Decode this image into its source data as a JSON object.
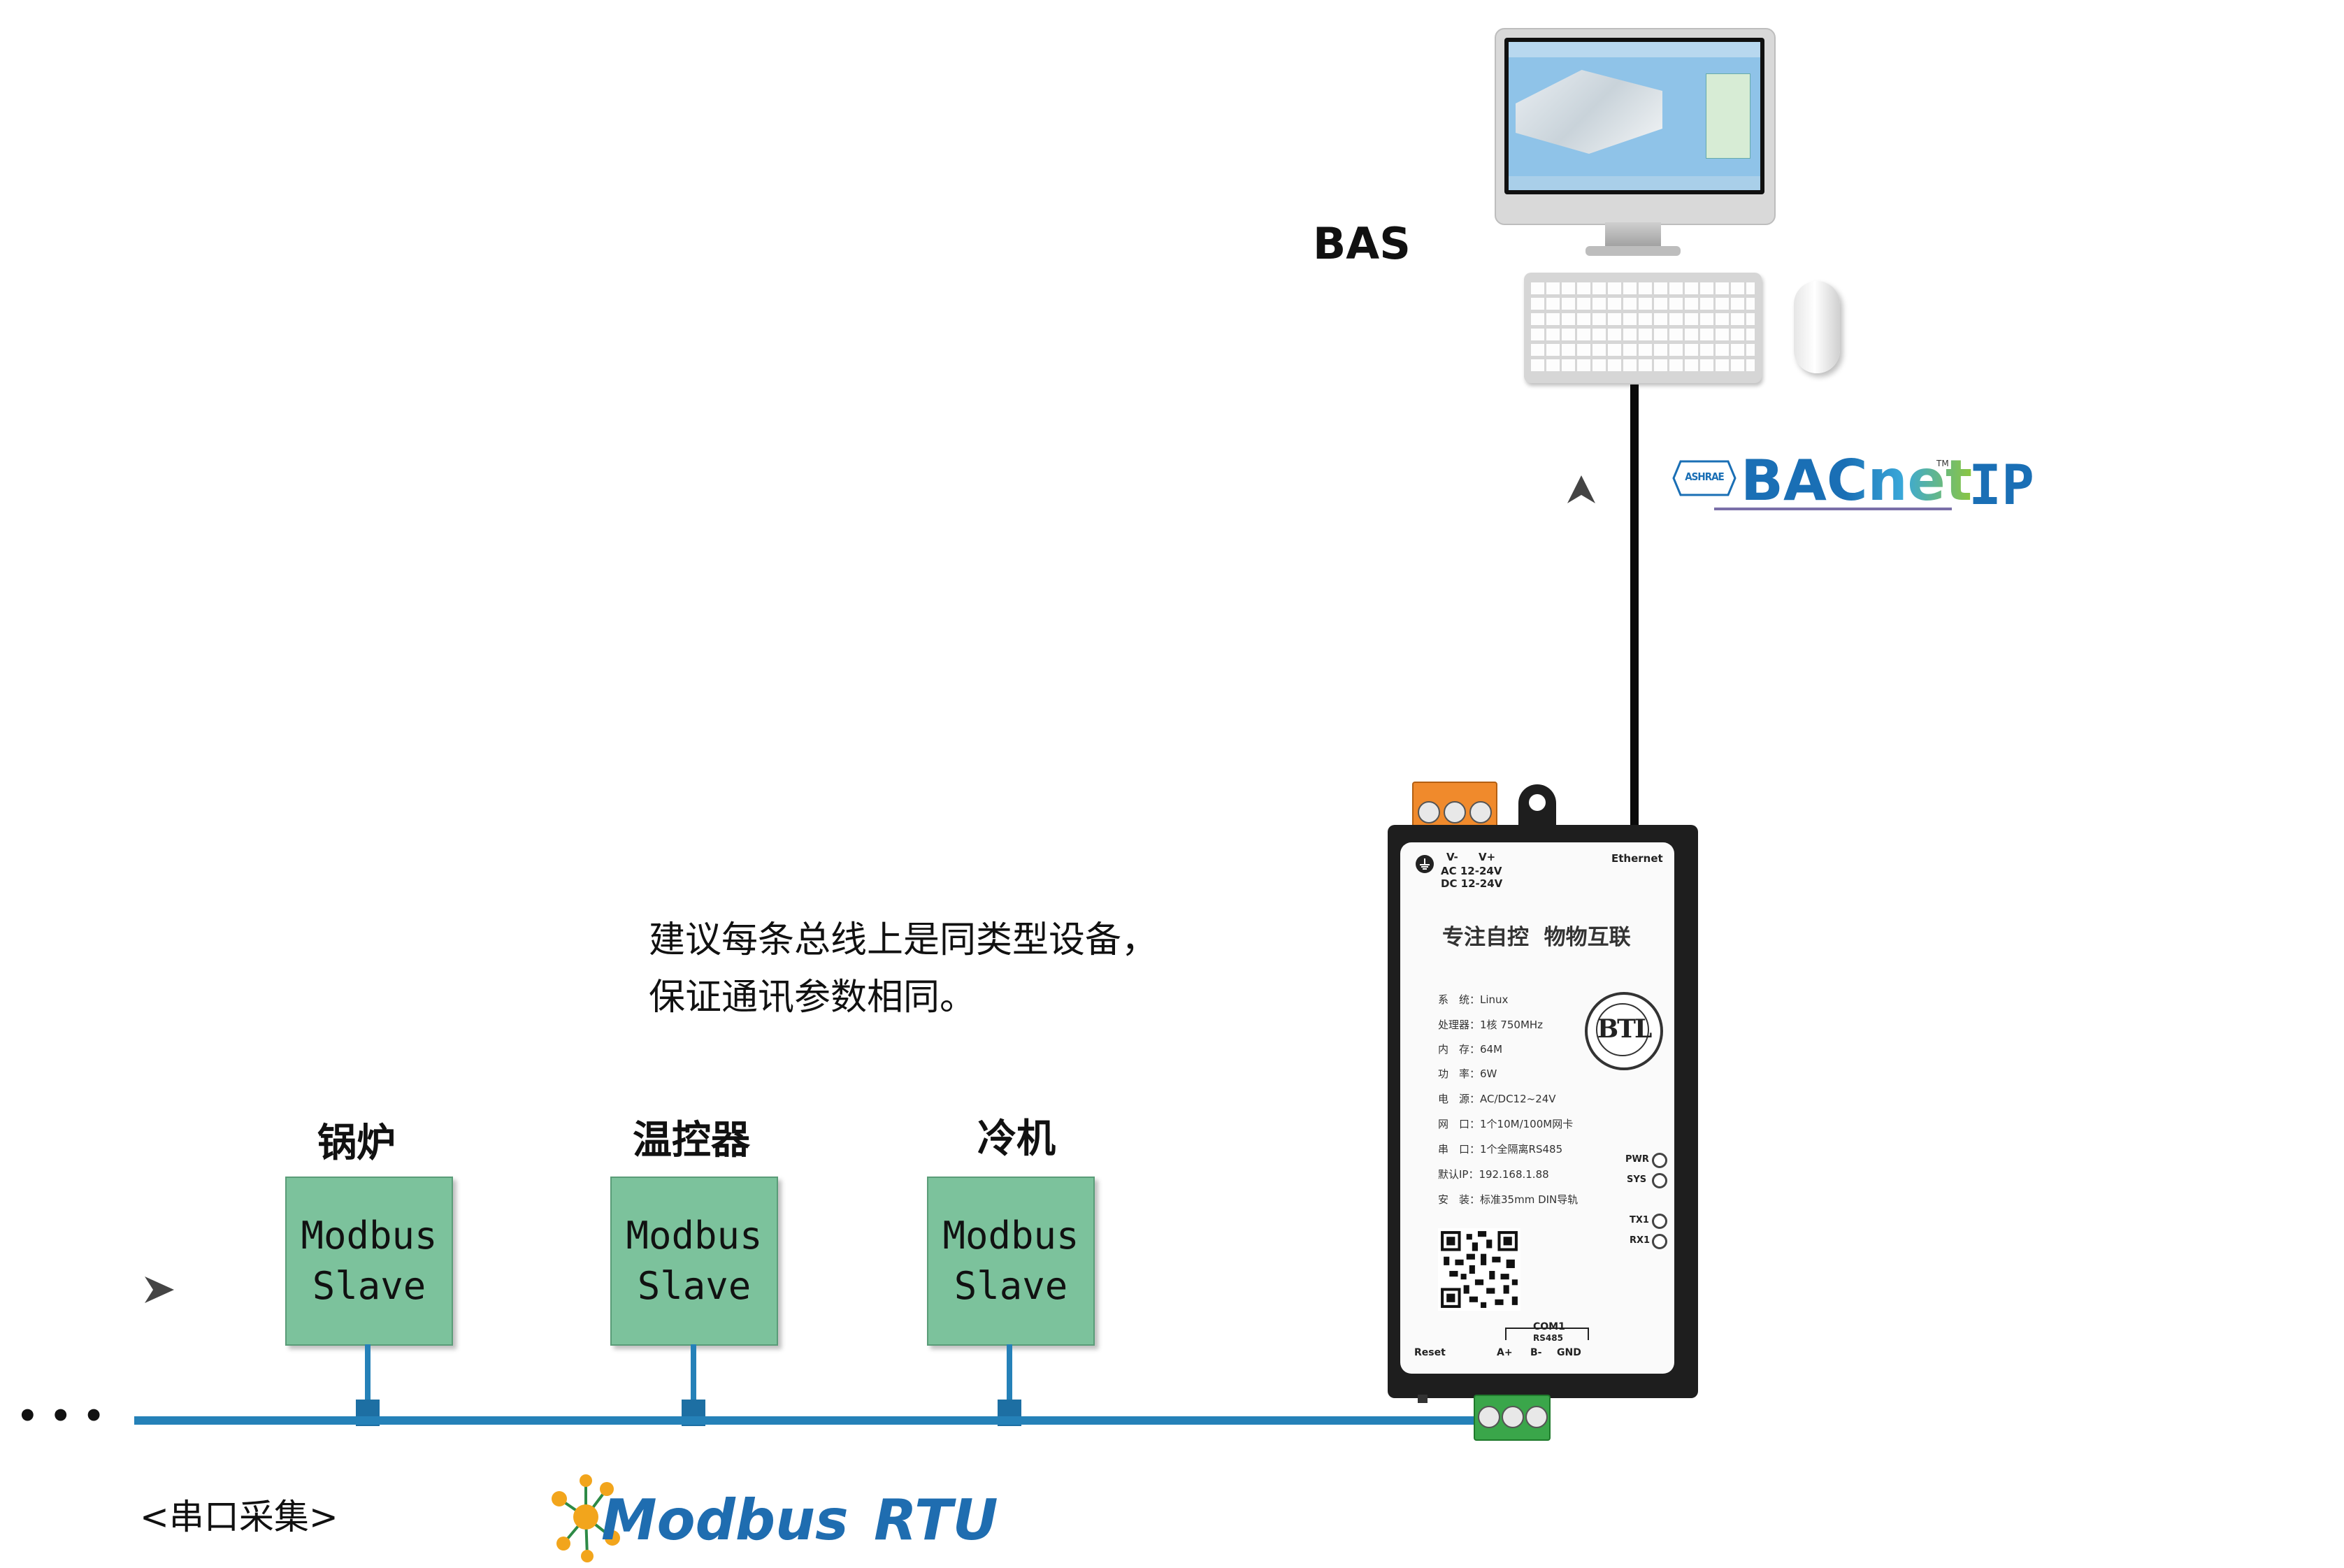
{
  "bas": {
    "label": "BAS"
  },
  "bacnet": {
    "ashrae": "ASHRAE",
    "name": "BACnet",
    "tm": "TM",
    "suffix": "IP"
  },
  "note": {
    "line1": "建议每条总线上是同类型设备，",
    "line2": "保证通讯参数相同。"
  },
  "devices": [
    {
      "name": "锅炉",
      "line1": "Modbus",
      "line2": "Slave"
    },
    {
      "name": "温控器",
      "line1": "Modbus",
      "line2": "Slave"
    },
    {
      "name": "冷机",
      "line1": "Modbus",
      "line2": "Slave"
    }
  ],
  "ellipsis": "• • •",
  "serial_label": "<串口采集>",
  "modbus": {
    "word": "Modbus",
    "rtu": "RTU"
  },
  "gateway": {
    "power_labels": [
      "V-",
      "V+"
    ],
    "ac": "AC 12-24V",
    "dc": "DC 12-24V",
    "ethernet": "Ethernet",
    "slogan": "专注自控  物物互联",
    "specs": [
      "系　统：Linux",
      "处理器：1核 750MHz",
      "内　存：64M",
      "功　率：6W",
      "电　源：AC/DC12~24V",
      "网　口：1个10M/100M网卡",
      "串　口：1个全隔离RS485",
      "默认IP：192.168.1.88",
      "安　装：标准35mm DIN导轨"
    ],
    "btl": "BTL",
    "leds": [
      "PWR",
      "SYS",
      "TX1",
      "RX1"
    ],
    "com": "COM1",
    "rs485": "RS485",
    "reset": "Reset",
    "terminals": [
      "A+",
      "B-",
      "GND"
    ]
  },
  "colors": {
    "bus": "#2581b8",
    "slave_fill": "#7cc29c",
    "bacnet_blue": "#1a6fb5",
    "modbus_blue": "#1f6db0"
  }
}
